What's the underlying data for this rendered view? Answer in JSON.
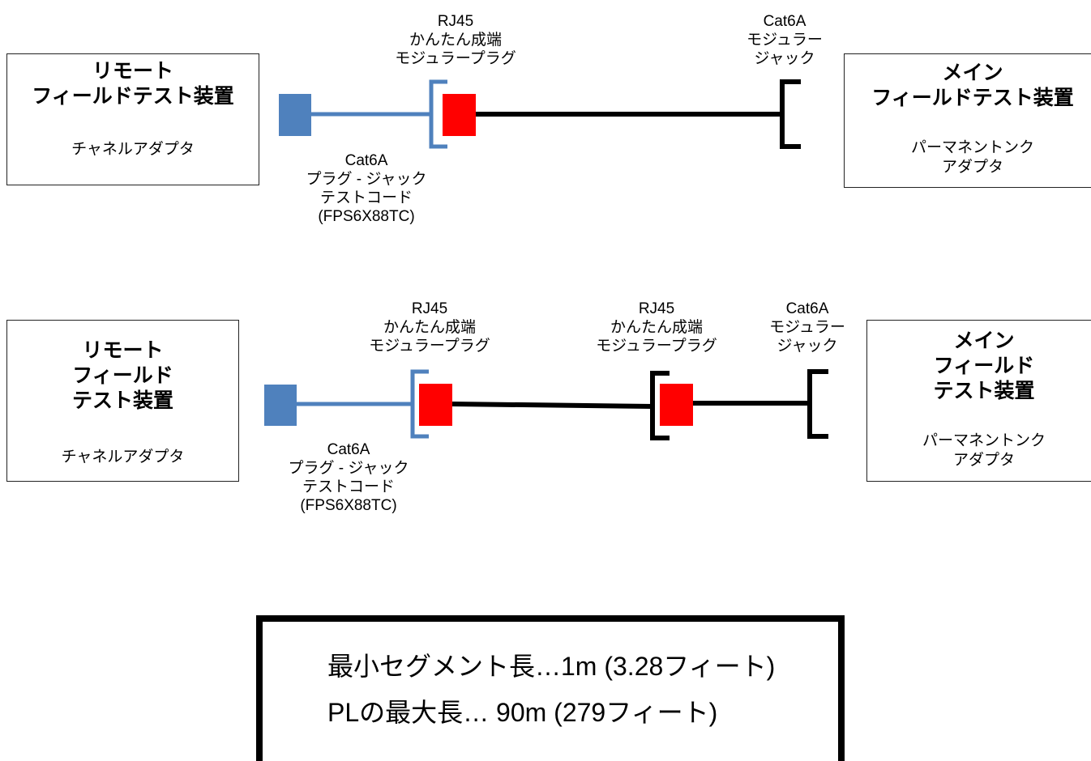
{
  "diagram1": {
    "remote": {
      "title": "リモート\nフィールドテスト装置",
      "adapter": "チャネルアダプタ"
    },
    "main": {
      "title": "メイン\nフィールドテスト装置",
      "adapter": "パーマネントンク\nアダプタ"
    },
    "plug_label": "RJ45\nかんたん成端\nモジュラープラグ",
    "jack_label": "Cat6A\nモジュラー\nジャック",
    "cord_label": "Cat6A\nプラグ - ジャック\nテストコード\n(FPS6X88TC)"
  },
  "diagram2": {
    "remote": {
      "title": "リモート\nフィールド\nテスト装置",
      "adapter": "チャネルアダプタ"
    },
    "main": {
      "title": "メイン\nフィールド\nテスト装置",
      "adapter": "パーマネントンク\nアダプタ"
    },
    "plug_label_1": "RJ45\nかんたん成端\nモジュラープラグ",
    "plug_label_2": "RJ45\nかんたん成端\nモジュラープラグ",
    "jack_label": "Cat6A\nモジュラー\nジャック",
    "cord_label": "Cat6A\nプラグ - ジャック\nテストコード\n(FPS6X88TC)"
  },
  "summary": {
    "line1": "最小セグメント長…1m (3.28フィート)",
    "line2": "PLの最大長… 90m (279フィート)"
  },
  "colors": {
    "cord": "#4f81bd",
    "plug": "#ff0000",
    "cable": "#000000"
  }
}
